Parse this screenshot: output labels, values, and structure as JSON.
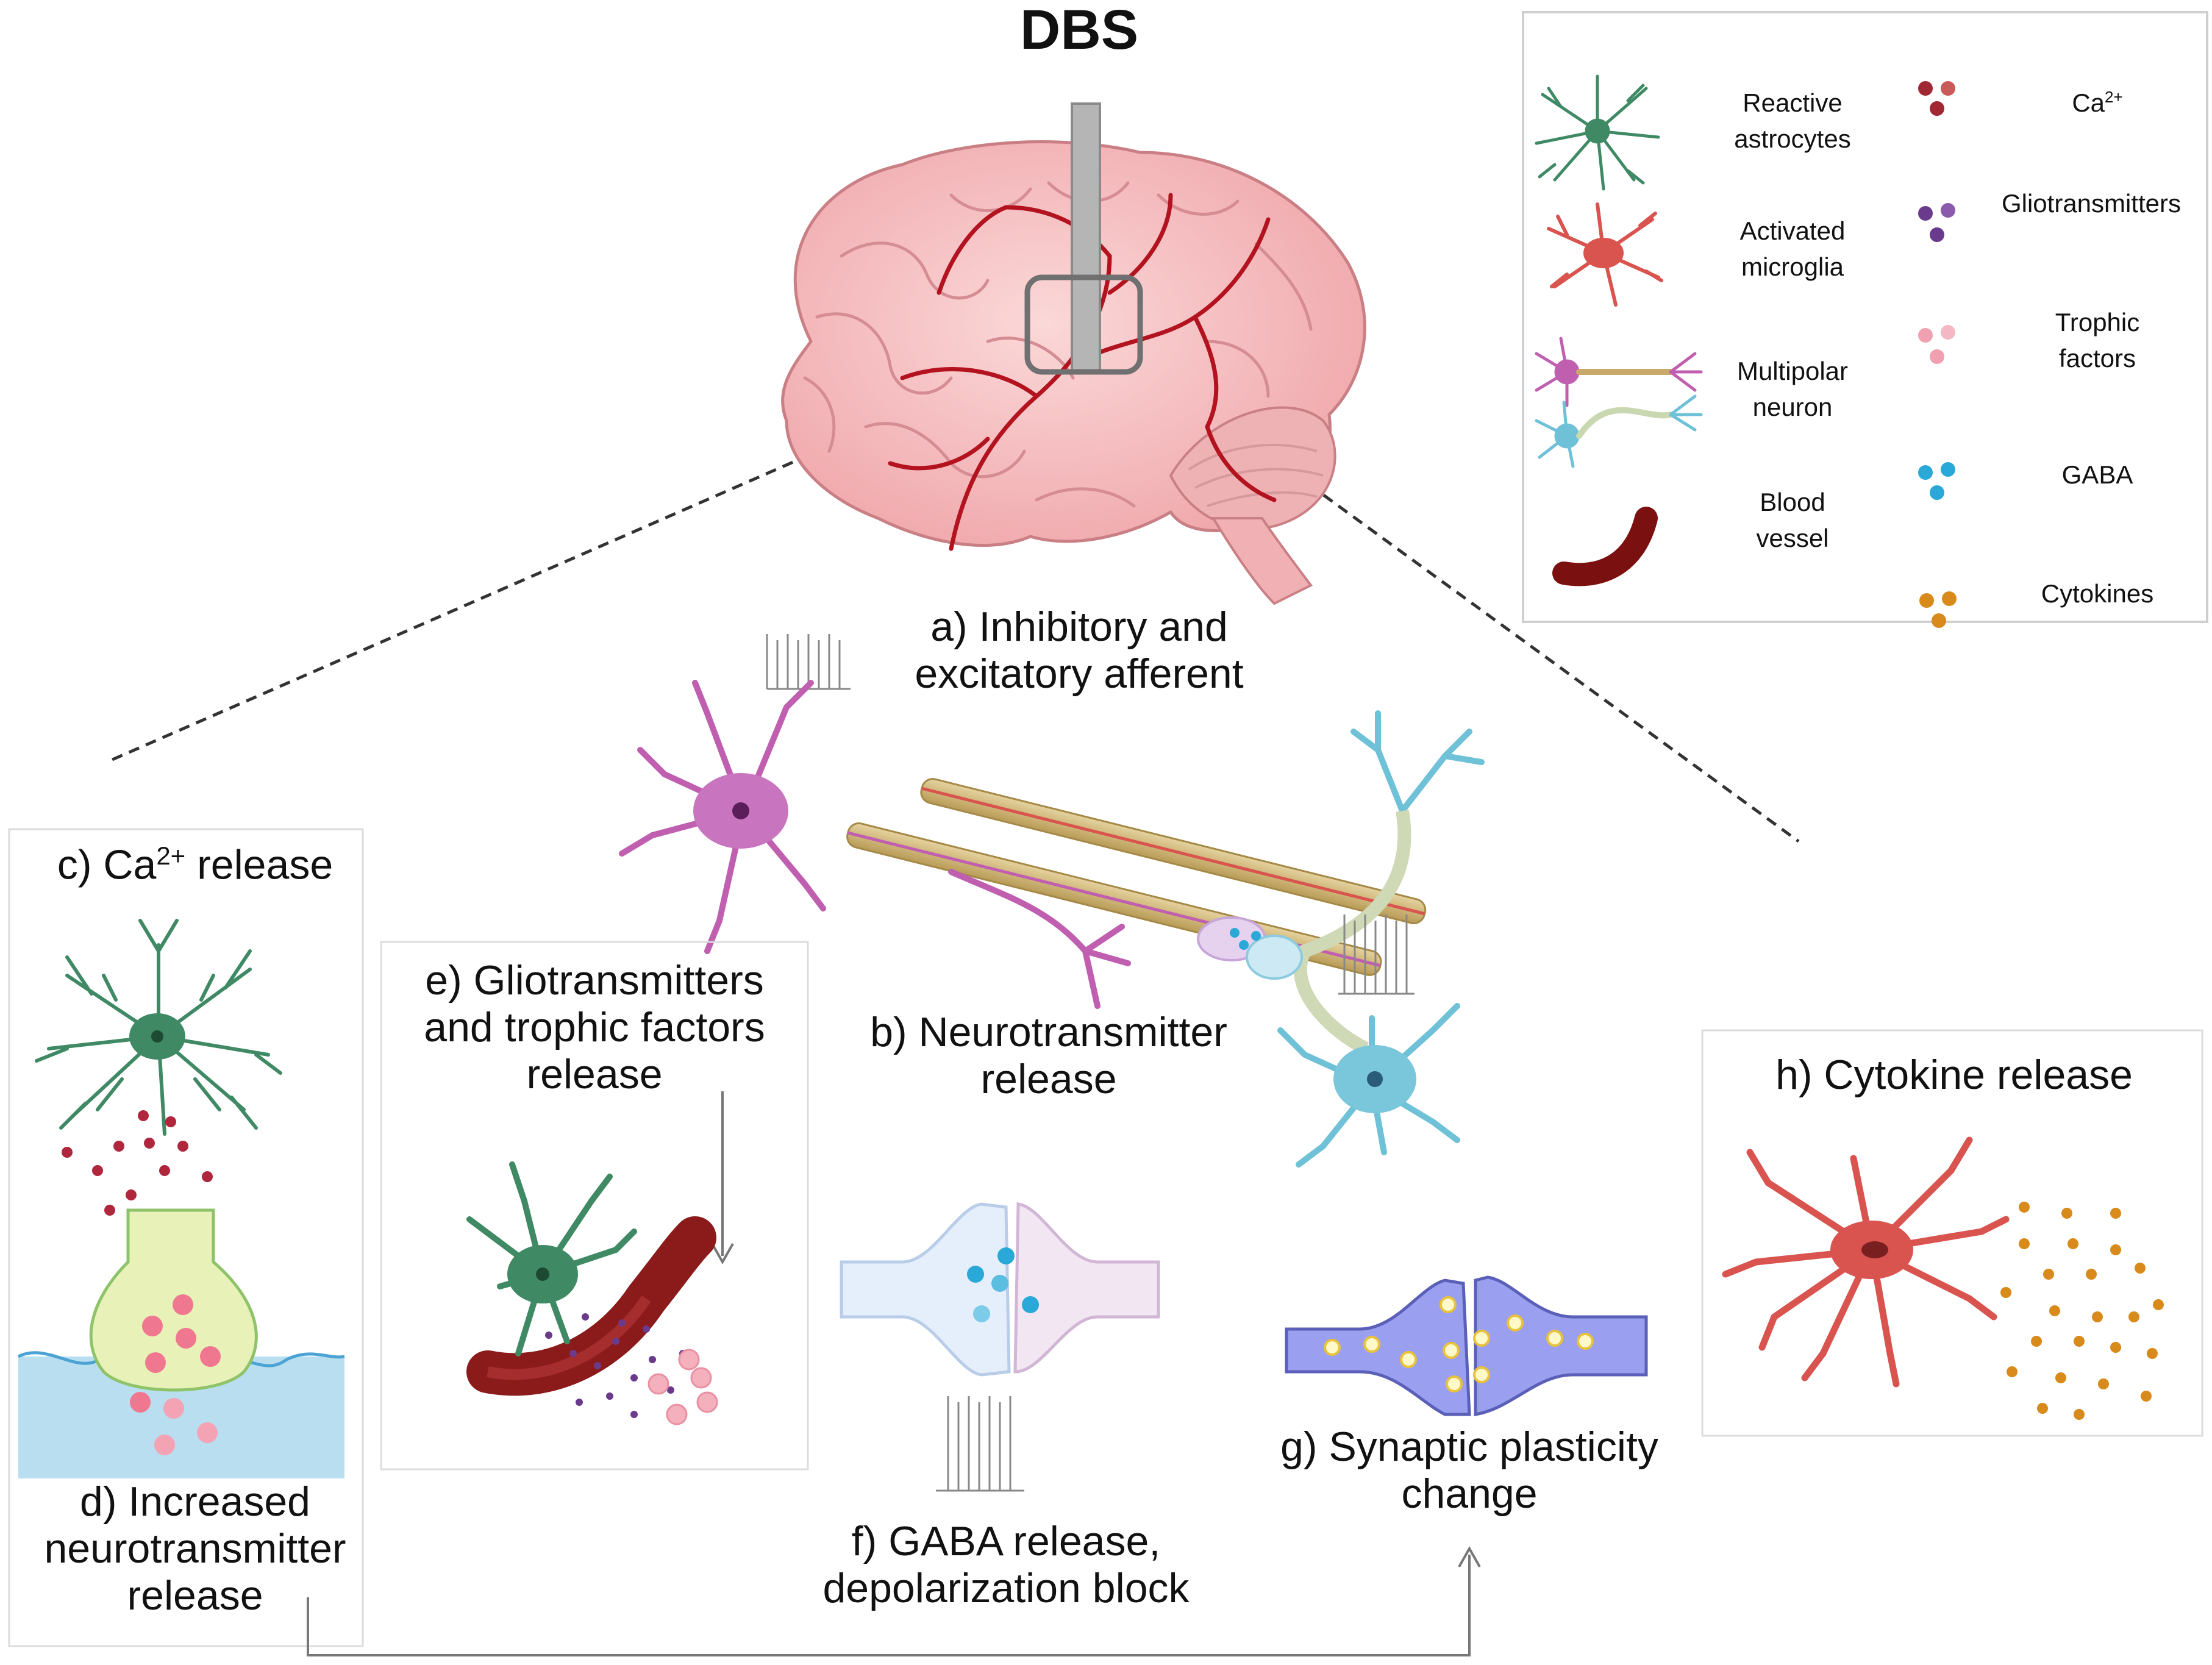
{
  "title": "DBS",
  "labels": {
    "a": "a) Inhibitory and\nexcitatory afferent",
    "b": "b) Neurotransmitter\nrelease",
    "c_prefix": "c) Ca",
    "c_sup": "2+",
    "c_suffix": " release",
    "d": "d) Increased\nneurotransmitter\nrelease",
    "e": "e) Gliotransmitters\nand trophic factors\nrelease",
    "f": "f) GABA release,\ndepolarization block",
    "g": "g) Synaptic plasticity\nchange",
    "h": "h) Cytokine release"
  },
  "legend": {
    "items_left": [
      {
        "label": "Reactive\nastrocytes",
        "icon": "astrocyte-icon",
        "color": "#3f8a64"
      },
      {
        "label": "Activated\nmicroglia",
        "icon": "microglia-icon",
        "color": "#d9534f"
      },
      {
        "label": "Multipolar\nneuron",
        "icon": "neuron-icon",
        "color": "#c05fb0"
      },
      {
        "label": "Blood\nvessel",
        "icon": "blood-vessel-icon",
        "color": "#8b1a1a"
      }
    ],
    "items_right": [
      {
        "label_prefix": "Ca",
        "label_sup": "2+",
        "color": "#b03040"
      },
      {
        "label": "Gliotransmitters",
        "color": "#6a3a8c"
      },
      {
        "label": "Trophic\nfactors",
        "color": "#f0a0b0"
      },
      {
        "label": "GABA",
        "color": "#2aa8d8"
      },
      {
        "label": "Cytokines",
        "color": "#d88a1a"
      }
    ]
  }
}
